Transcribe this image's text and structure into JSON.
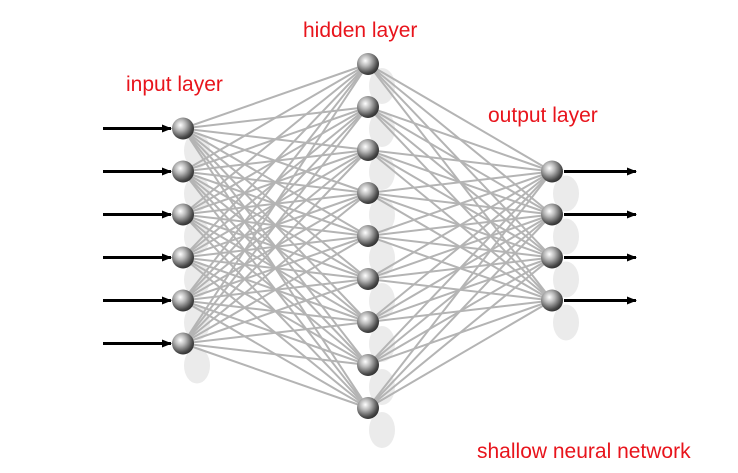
{
  "labels": {
    "input": "input layer",
    "hidden": "hidden layer",
    "output": "output layer",
    "caption": "shallow neural network"
  },
  "network": {
    "layers": [
      {
        "name": "input",
        "nodes": 6
      },
      {
        "name": "hidden",
        "nodes": 9
      },
      {
        "name": "output",
        "nodes": 4
      }
    ],
    "fully_connected": true,
    "input_arrows": 6,
    "output_arrows": 4
  },
  "colors": {
    "label_text": "#e8141c",
    "connection": "#b4b4b4",
    "arrow": "#000000",
    "shadow": "#e6e6e6"
  }
}
